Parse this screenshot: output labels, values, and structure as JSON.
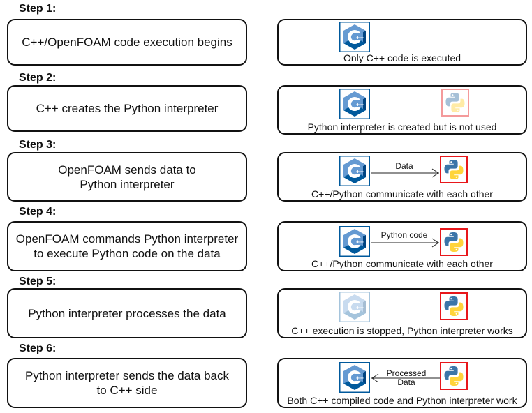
{
  "steps": [
    {
      "label": "Step 1:",
      "description": "C++/OpenFOAM code execution begins",
      "caption": "Only C++ code is executed",
      "cpp_state": "active",
      "python_state": "absent"
    },
    {
      "label": "Step 2:",
      "description": "C++ creates the Python interpreter",
      "caption": "Python interpreter is created but is not used",
      "cpp_state": "active",
      "python_state": "faded"
    },
    {
      "label": "Step 3:",
      "description_lines": [
        "OpenFOAM sends data to",
        "Python interpreter"
      ],
      "caption": "C++/Python communicate with each other",
      "arrow_label": "Data",
      "arrow_direction": "cpp-to-python",
      "cpp_state": "active",
      "python_state": "active"
    },
    {
      "label": "Step 4:",
      "description_lines": [
        "OpenFOAM commands Python interpreter",
        "to execute Python code on the data"
      ],
      "caption": "C++/Python communicate with each other",
      "arrow_label": "Python code",
      "arrow_direction": "cpp-to-python",
      "cpp_state": "active",
      "python_state": "active"
    },
    {
      "label": "Step 5:",
      "description": "Python interpreter processes the data",
      "caption": "C++ execution is stopped, Python interpreter works",
      "cpp_state": "faded",
      "python_state": "active"
    },
    {
      "label": "Step 6:",
      "description_lines": [
        "Python interpreter sends the data back",
        "to C++ side"
      ],
      "caption": "Both C++ compiled code and Python interpreter work",
      "arrow_label_lines": [
        "Processed",
        "Data"
      ],
      "arrow_direction": "python-to-cpp",
      "cpp_state": "active",
      "python_state": "active"
    }
  ],
  "icons": {
    "cpp": "cpp-logo-icon",
    "python": "python-logo-icon"
  },
  "colors": {
    "cpp_light": "#659ad2",
    "cpp_dark": "#00599c",
    "cpp_mid": "#004482",
    "python_blue": "#3b75a8",
    "python_yellow": "#ffd43b",
    "python_frame": "#e8171b"
  }
}
